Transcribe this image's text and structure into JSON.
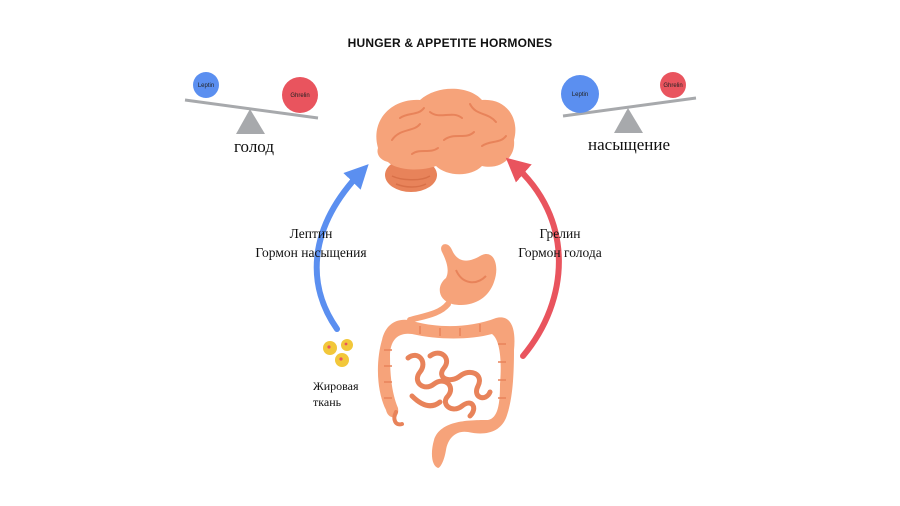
{
  "title": "HUNGER & APPETITE HORMONES",
  "left_scale": {
    "label": "голод",
    "left_ball": "Leptin",
    "right_ball": "Ghrelin"
  },
  "right_scale": {
    "label": "насыщение",
    "left_ball": "Leptin",
    "right_ball": "Ghrelin"
  },
  "leptin": {
    "line1": "Лептин",
    "line2": "Гормон насыщения"
  },
  "ghrelin": {
    "line1": "Грелин",
    "line2": "Гормон голода"
  },
  "fat": {
    "line1": "Жировая",
    "line2": "ткань"
  },
  "colors": {
    "leptin_blue": "#5b8ff0",
    "ghrelin_red": "#e9545e",
    "organ": "#f6a37a",
    "organ_dark": "#e8835a",
    "fat_yellow": "#f2c73a",
    "scale_gray": "#a7a9ac"
  },
  "icons": [
    "brain-icon",
    "stomach-icon",
    "intestines-icon",
    "fat-cells-icon",
    "balance-scale-icon"
  ]
}
